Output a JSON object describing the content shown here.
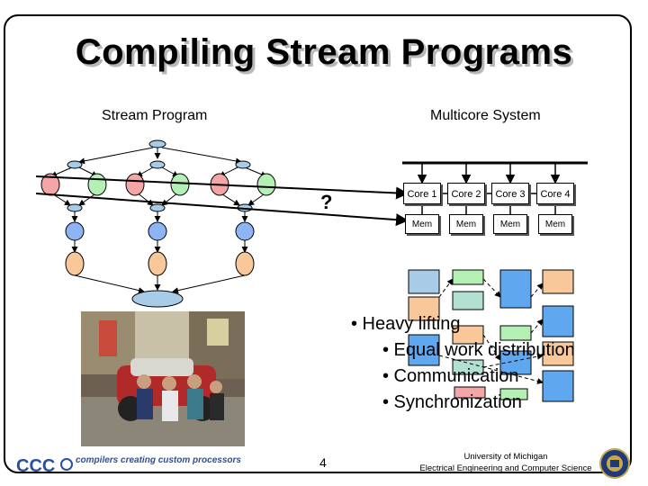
{
  "slide": {
    "title": "Compiling Stream Programs",
    "stream_program_label": "Stream Program",
    "multicore_label": "Multicore System",
    "question_mark": "?",
    "cores": [
      "Core 1",
      "Core 2",
      "Core 3",
      "Core 4"
    ],
    "mems": [
      "Mem",
      "Mem",
      "Mem",
      "Mem"
    ],
    "bullets": {
      "main": "• Heavy lifting",
      "sub": [
        "• Equal work distribution",
        "• Communication",
        "• Synchronization"
      ]
    },
    "page_number": "4",
    "footer_logo_text": "compilers creating custom processors",
    "footer_right": [
      "University of Michigan",
      "Electrical Engineering and Computer Science"
    ]
  },
  "colors": {
    "pink": "#f4a6a6",
    "green": "#b4f0b4",
    "blue": "#8fb4f4",
    "peach": "#f8c89a",
    "filter_blue": "#a8cce8",
    "teal": "#b4e0d4",
    "sched_blue": "#5fa8f0"
  }
}
